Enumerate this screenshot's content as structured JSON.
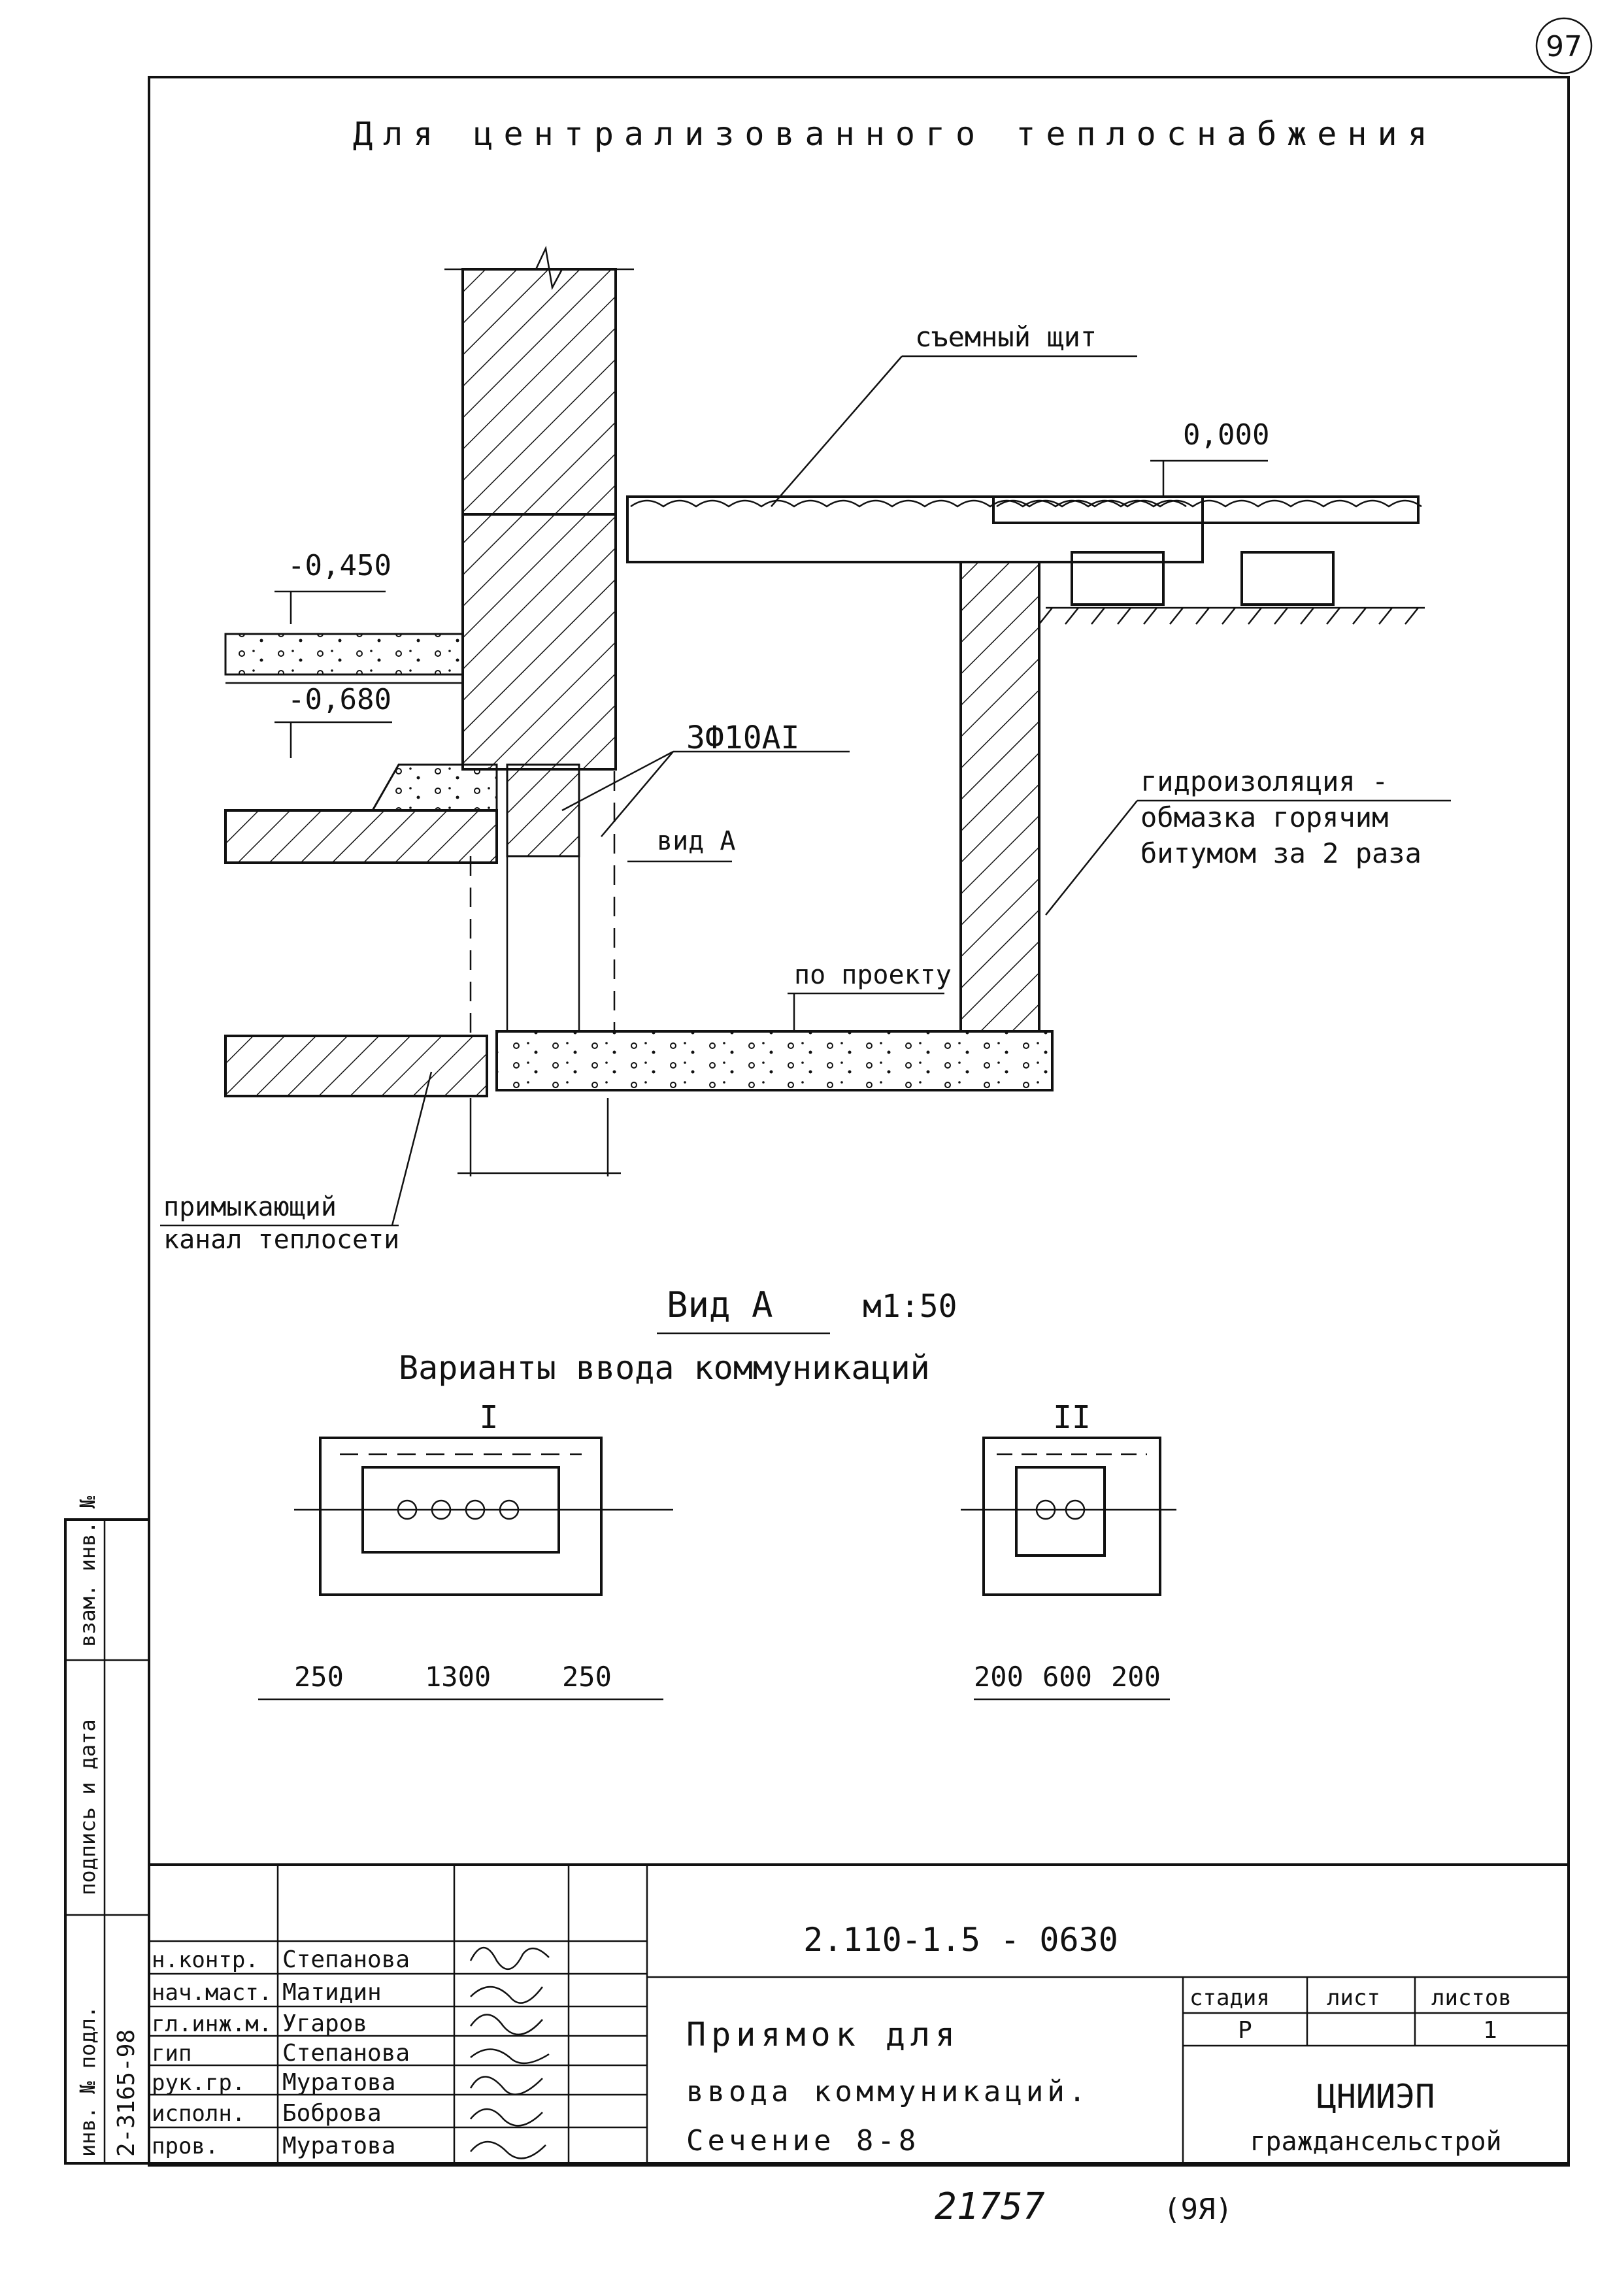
{
  "page_number": "97",
  "title": "Для централизованного теплоснабжения",
  "labels": {
    "removable_panel": "съемный щит",
    "level_0": "0,000",
    "level_m450": "-0,450",
    "level_m680": "-0,680",
    "rebar": "3Ф10АI",
    "view_a_marker": "вид А",
    "waterproofing_1": "гидроизоляция -",
    "waterproofing_2": "обмазка горячим",
    "waterproofing_3": "битумом за 2 раза",
    "per_project": "по проекту",
    "adjacent_1": "примыкающий",
    "adjacent_2": "канал теплосети"
  },
  "view": {
    "title": "Вид А",
    "scale": "м1:50",
    "subtitle": "Варианты ввода коммуникаций",
    "variant_1": "I",
    "variant_2": "II",
    "dims_1": [
      "250",
      "1300",
      "250"
    ],
    "dims_2": [
      "200",
      "600",
      "200"
    ]
  },
  "side_stamp": {
    "cells": [
      "инв. № подл.",
      "подпись и дата",
      "взам. инв. №"
    ],
    "inv_number": "2-3165-98"
  },
  "title_block": {
    "code": "2.110-1.5 - 0630",
    "roles": [
      {
        "role": "н.контр.",
        "name": "Степанова"
      },
      {
        "role": "нач.маст.",
        "name": "Матидин"
      },
      {
        "role": "гл.инж.м.",
        "name": "Угаров"
      },
      {
        "role": "гип",
        "name": "Степанова"
      },
      {
        "role": "рук.гр.",
        "name": "Муратова"
      },
      {
        "role": "исполн.",
        "name": "Боброва"
      },
      {
        "role": "пров.",
        "name": "Муратова"
      }
    ],
    "drawing_title": [
      "Приямок для",
      "ввода коммуникаций.",
      "Сечение 8-8"
    ],
    "stage_header": "стадия",
    "sheet_header": "лист",
    "sheets_header": "листов",
    "stage": "Р",
    "sheet": "",
    "sheets": "1",
    "org_1": "ЦНИИЭП",
    "org_2": "граждансельстрой"
  },
  "footer": {
    "number": "21757",
    "note": "(9Я)"
  }
}
